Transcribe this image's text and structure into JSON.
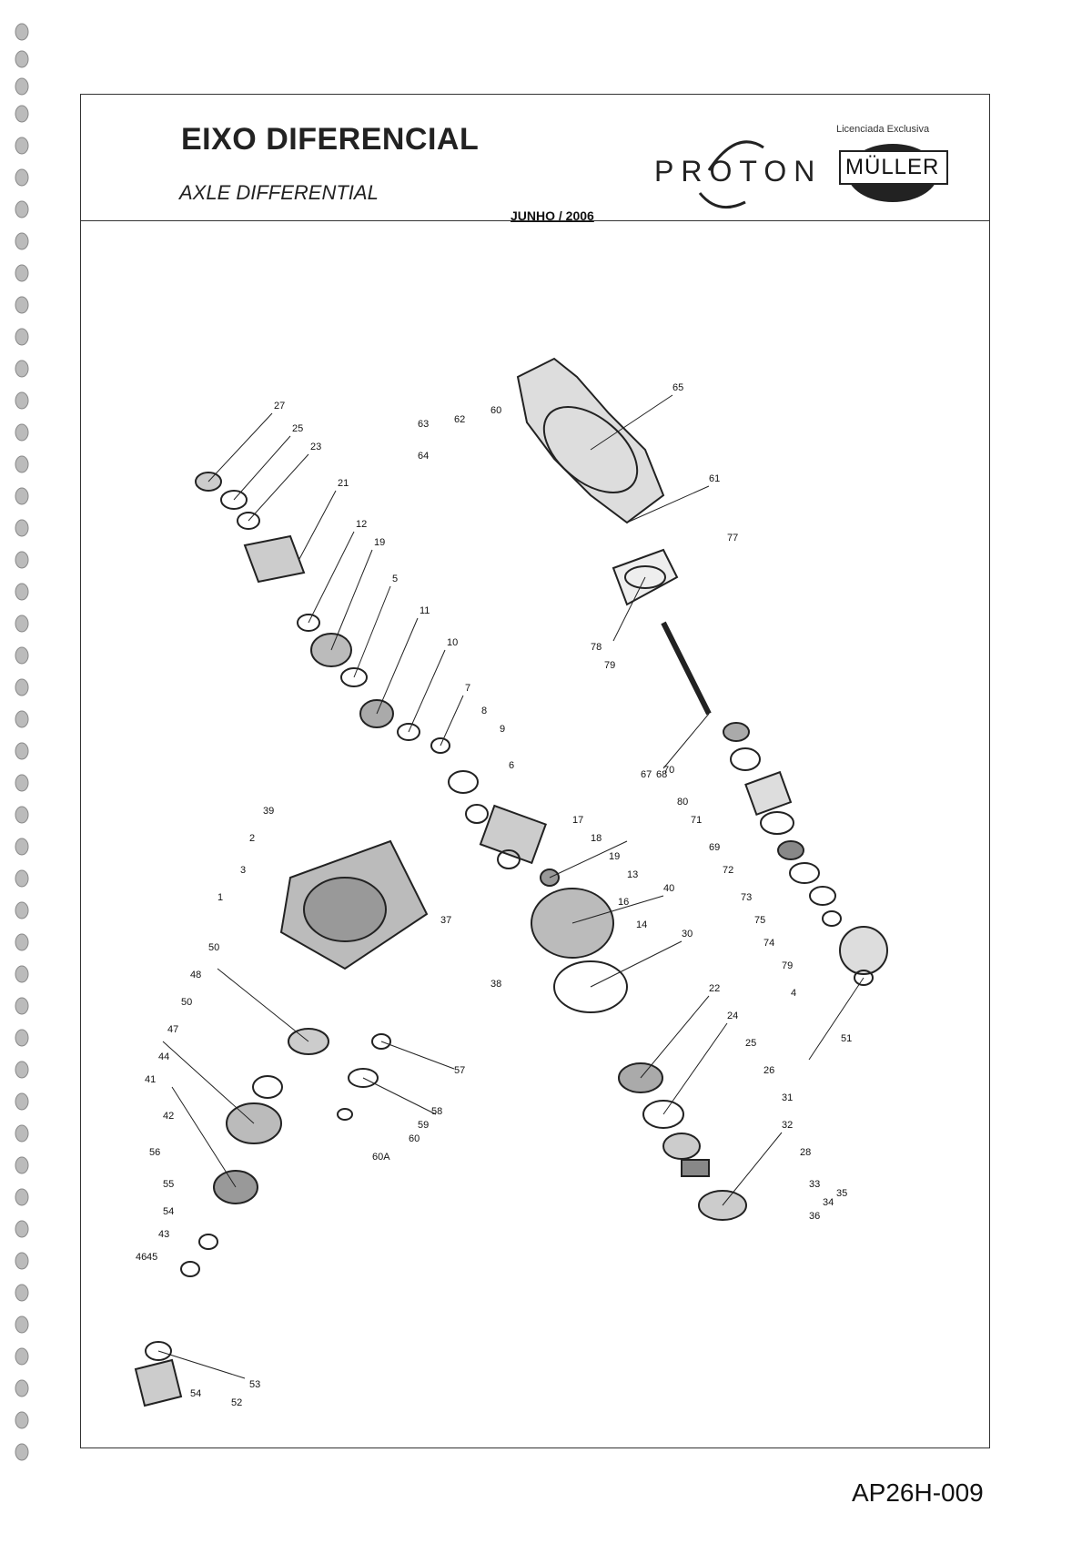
{
  "header": {
    "title": "EIXO DIFERENCIAL",
    "subtitle": "AXLE DIFFERENTIAL",
    "date": "JUNHO / 2006",
    "brand": "PROTON",
    "licensed_text": "Licenciada Exclusiva",
    "licensor": "MÜLLER"
  },
  "footer": {
    "code": "AP26H-009"
  },
  "diagram": {
    "part_numbers": [
      "27",
      "25",
      "23",
      "21",
      "12",
      "19",
      "5",
      "11",
      "10",
      "7",
      "8",
      "9",
      "6",
      "63",
      "62",
      "64",
      "60",
      "65",
      "61",
      "77",
      "78",
      "79",
      "67",
      "68",
      "17",
      "18",
      "19",
      "13",
      "16",
      "14",
      "40",
      "30",
      "22",
      "24",
      "25",
      "26",
      "31",
      "32",
      "28",
      "33",
      "34",
      "35",
      "36",
      "3",
      "1",
      "2",
      "39",
      "37",
      "38",
      "50",
      "48",
      "50",
      "47",
      "44",
      "41",
      "42",
      "56",
      "55",
      "54",
      "43",
      "45",
      "46",
      "57",
      "58",
      "59",
      "60",
      "60A",
      "53",
      "52",
      "54",
      "70",
      "80",
      "71",
      "69",
      "72",
      "73",
      "75",
      "74",
      "79",
      "4",
      "51"
    ]
  }
}
